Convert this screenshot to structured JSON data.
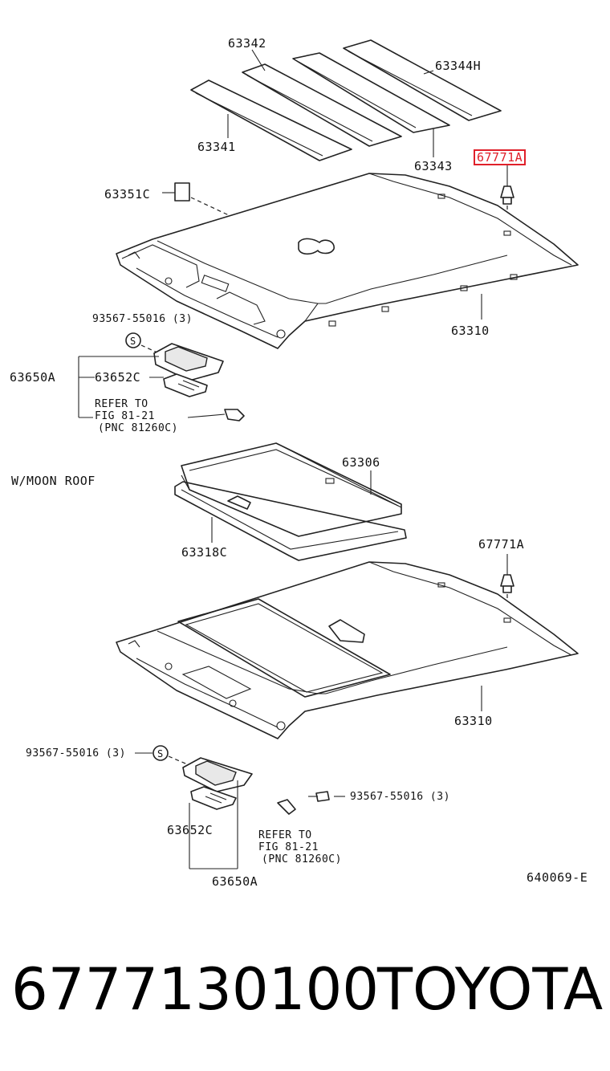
{
  "labels": {
    "p63342": "63342",
    "p63344h": "63344H",
    "p63341": "63341",
    "p63343": "63343",
    "p67771a_top": "67771A",
    "p63351c": "63351C",
    "p93567_top": "93567-55016 (3)",
    "p63310_top": "63310",
    "p63650a_top": "63650A",
    "p63652c_top": "63652C",
    "refer_top_1": "REFER TO",
    "refer_top_2": "FIG 81-21",
    "refer_top_3": "(PNC 81260C)",
    "moonroof": "W/MOON ROOF",
    "p63306": "63306",
    "p63318c": "63318C",
    "p67771a_bot": "67771A",
    "p63310_bot": "63310",
    "p93567_bot_left": "93567-55016 (3)",
    "p93567_bot_right": "93567-55016 (3)",
    "p63652c_bot": "63652C",
    "refer_bot_1": "REFER TO",
    "refer_bot_2": "FIG 81-21",
    "refer_bot_3": "(PNC 81260C)",
    "p63650a_bot": "63650A",
    "figure_code": "640069-E",
    "screw_symbol": "S"
  },
  "footer": {
    "part_number": "6777130100",
    "brand": "TOYOTA"
  },
  "highlight_color": "#e0202a"
}
